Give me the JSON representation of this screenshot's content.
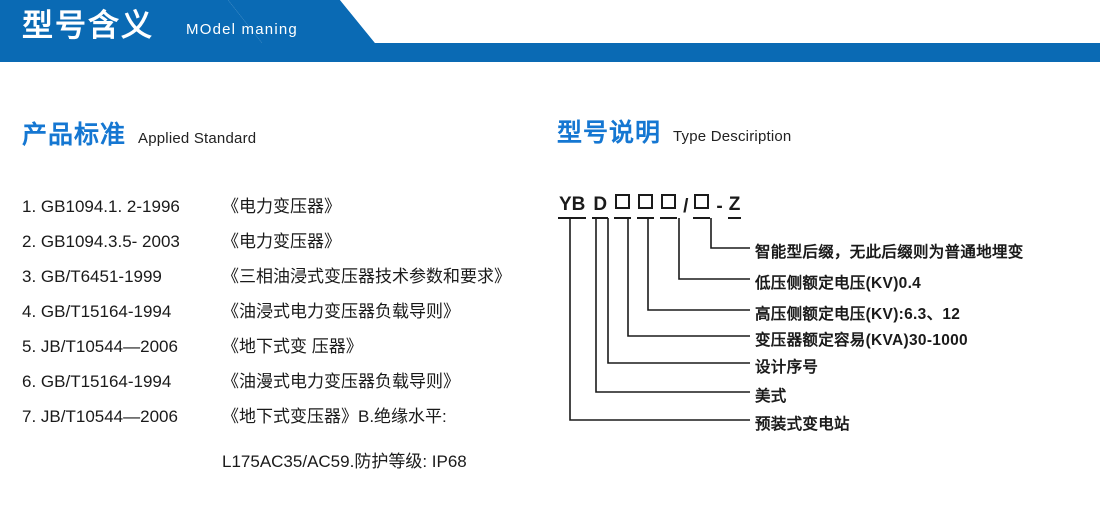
{
  "banner": {
    "title_cn": "型号含义",
    "title_en": "MOdel maning",
    "color": "#0a6ab4"
  },
  "sections": {
    "left": {
      "heading_cn": "产品标准",
      "heading_en": "Applied Standard",
      "heading_color": "#1577d2"
    },
    "right": {
      "heading_cn": "型号说明",
      "heading_en": "Type Desciription",
      "heading_color": "#1577d2"
    }
  },
  "standards": [
    {
      "index": "1.",
      "code": "GB1094.1. 2-1996",
      "name": "《电力变压器》"
    },
    {
      "index": "2.",
      "code": "GB1094.3.5- 2003",
      "name": "《电力变压器》"
    },
    {
      "index": "3.",
      "code": "GB/T6451-1999",
      "name": "《三相油浸式变压器技术参数和要求》"
    },
    {
      "index": "4.",
      "code": "GB/T15164-1994",
      "name": "《油浸式电力变压器负载导则》"
    },
    {
      "index": "5.",
      "code": "JB/T10544—2006",
      "name": "《地下式变 压器》"
    },
    {
      "index": "6.",
      "code": "GB/T15164-1994",
      "name": "《油漫式电力变压器负载导则》"
    },
    {
      "index": "7.",
      "code": "JB/T10544—2006",
      "name": "《地下式变压器》B.绝缘水平:"
    }
  ],
  "standards_continuation": "L175AC35/AC59.防护等级: IP68",
  "model_code": {
    "segments": [
      {
        "id": "yb",
        "text": "YB",
        "type": "text"
      },
      {
        "id": "d",
        "text": "D",
        "type": "text"
      },
      {
        "id": "s1",
        "text": "",
        "type": "square"
      },
      {
        "id": "s2",
        "text": "",
        "type": "square"
      },
      {
        "id": "s3",
        "text": "",
        "type": "square"
      },
      {
        "id": "sep",
        "text": "/",
        "type": "separator"
      },
      {
        "id": "s4",
        "text": "",
        "type": "square"
      },
      {
        "id": "dash",
        "text": "-",
        "type": "separator"
      },
      {
        "id": "z",
        "text": "Z",
        "type": "text"
      }
    ]
  },
  "model_labels": [
    {
      "id": "z",
      "text": "智能型后缀，无此后缀则为普通地埋变"
    },
    {
      "id": "s4",
      "text": "低压侧额定电压(KV)0.4"
    },
    {
      "id": "s3",
      "text": "高压侧额定电压(KV):6.3、12"
    },
    {
      "id": "s2",
      "text": "变压器额定容易(KVA)30-1000"
    },
    {
      "id": "s1",
      "text": "设计序号"
    },
    {
      "id": "d",
      "text": "美式"
    },
    {
      "id": "yb",
      "text": "预装式变电站"
    }
  ]
}
